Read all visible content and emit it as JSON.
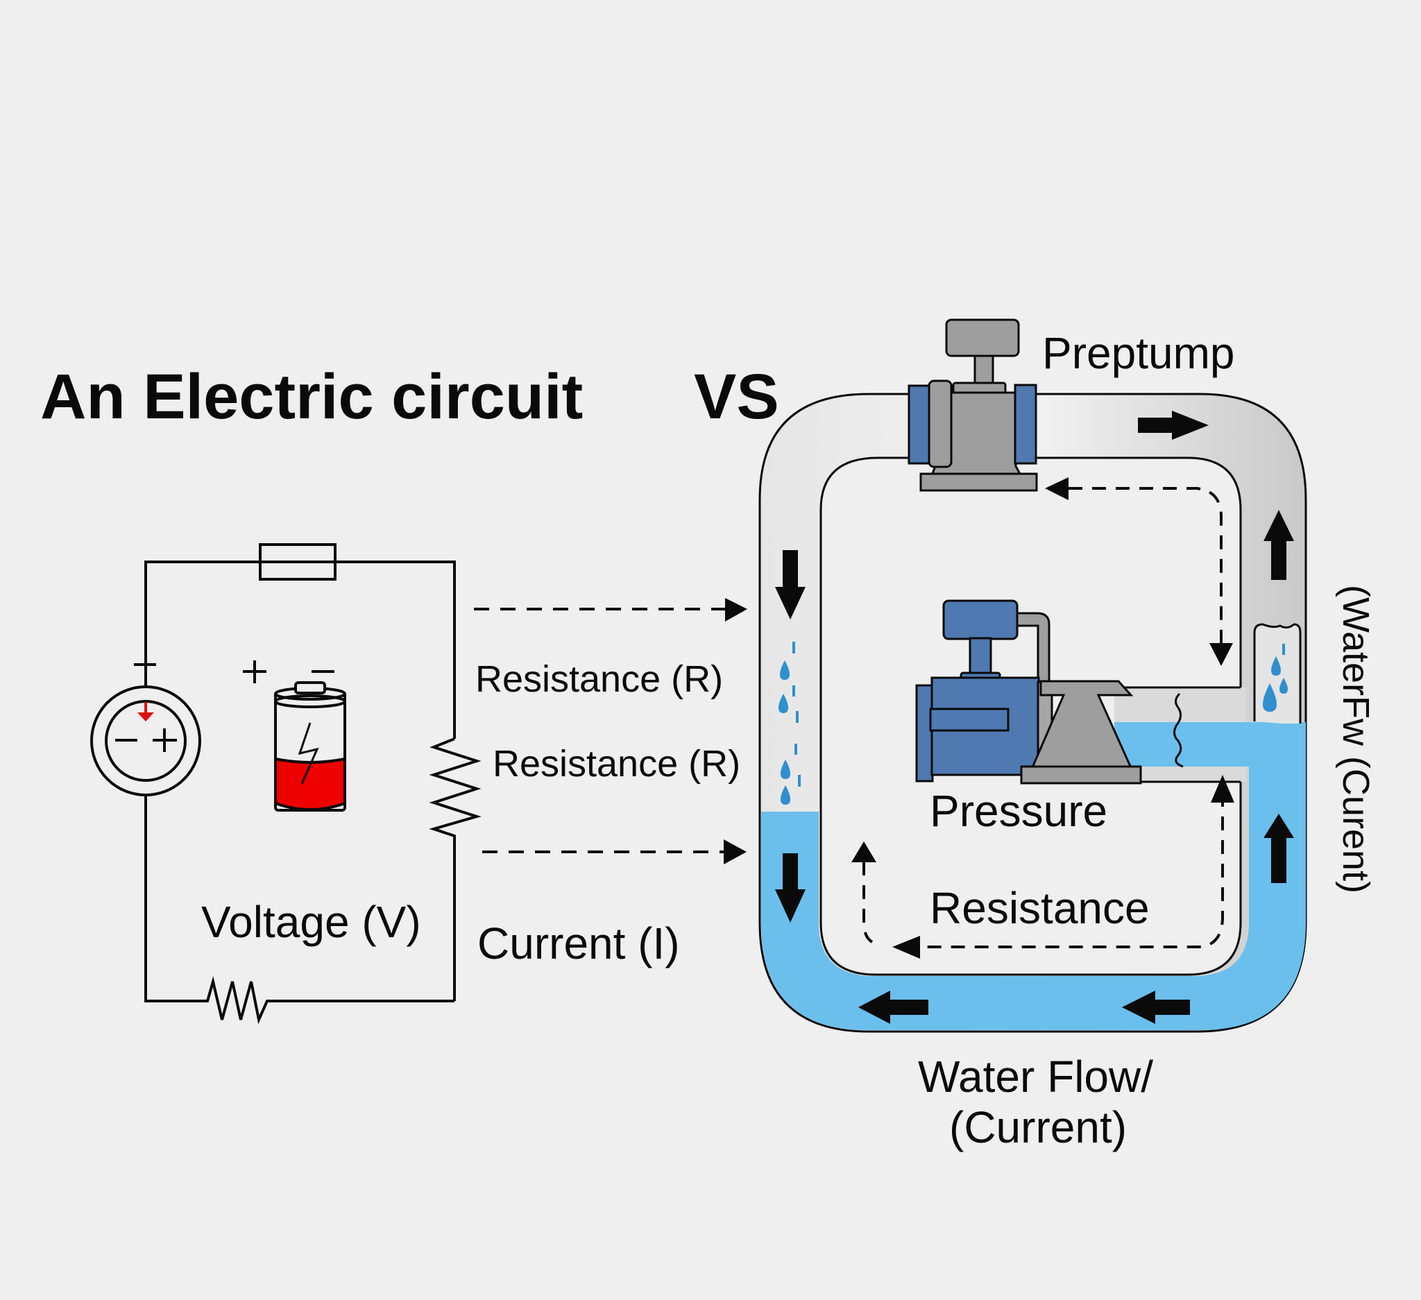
{
  "title": {
    "left": "An Electric circuit",
    "vs": "VS"
  },
  "electric_circuit": {
    "labels": {
      "resistance_top": "Resistance (R)",
      "resistance_side": "Resistance (R)",
      "voltage": "Voltage (V)",
      "current": "Current (I)"
    },
    "source_symbols": {
      "terminal": "+",
      "inner_minus": "−",
      "inner_plus": "+"
    },
    "battery": {
      "plus": "+",
      "minus": "−",
      "charge_level": 0.45
    },
    "colors": {
      "wire": "#0a0a0a",
      "battery_fill": "#ee0000",
      "indicator_arrow": "#e01010"
    }
  },
  "water_circuit": {
    "labels": {
      "pump_top": "Preptump",
      "pressure": "Pressure",
      "resistance": "Resistance",
      "side_vertical": "(WaterFw (Curent)",
      "bottom_line1": "Water Flow/",
      "bottom_line2": "(Current)"
    },
    "colors": {
      "pipe": "#d4d4d4",
      "water": "#6bbfec",
      "pump_blue": "#4f79b0",
      "pump_gray": "#9e9e9e"
    }
  }
}
